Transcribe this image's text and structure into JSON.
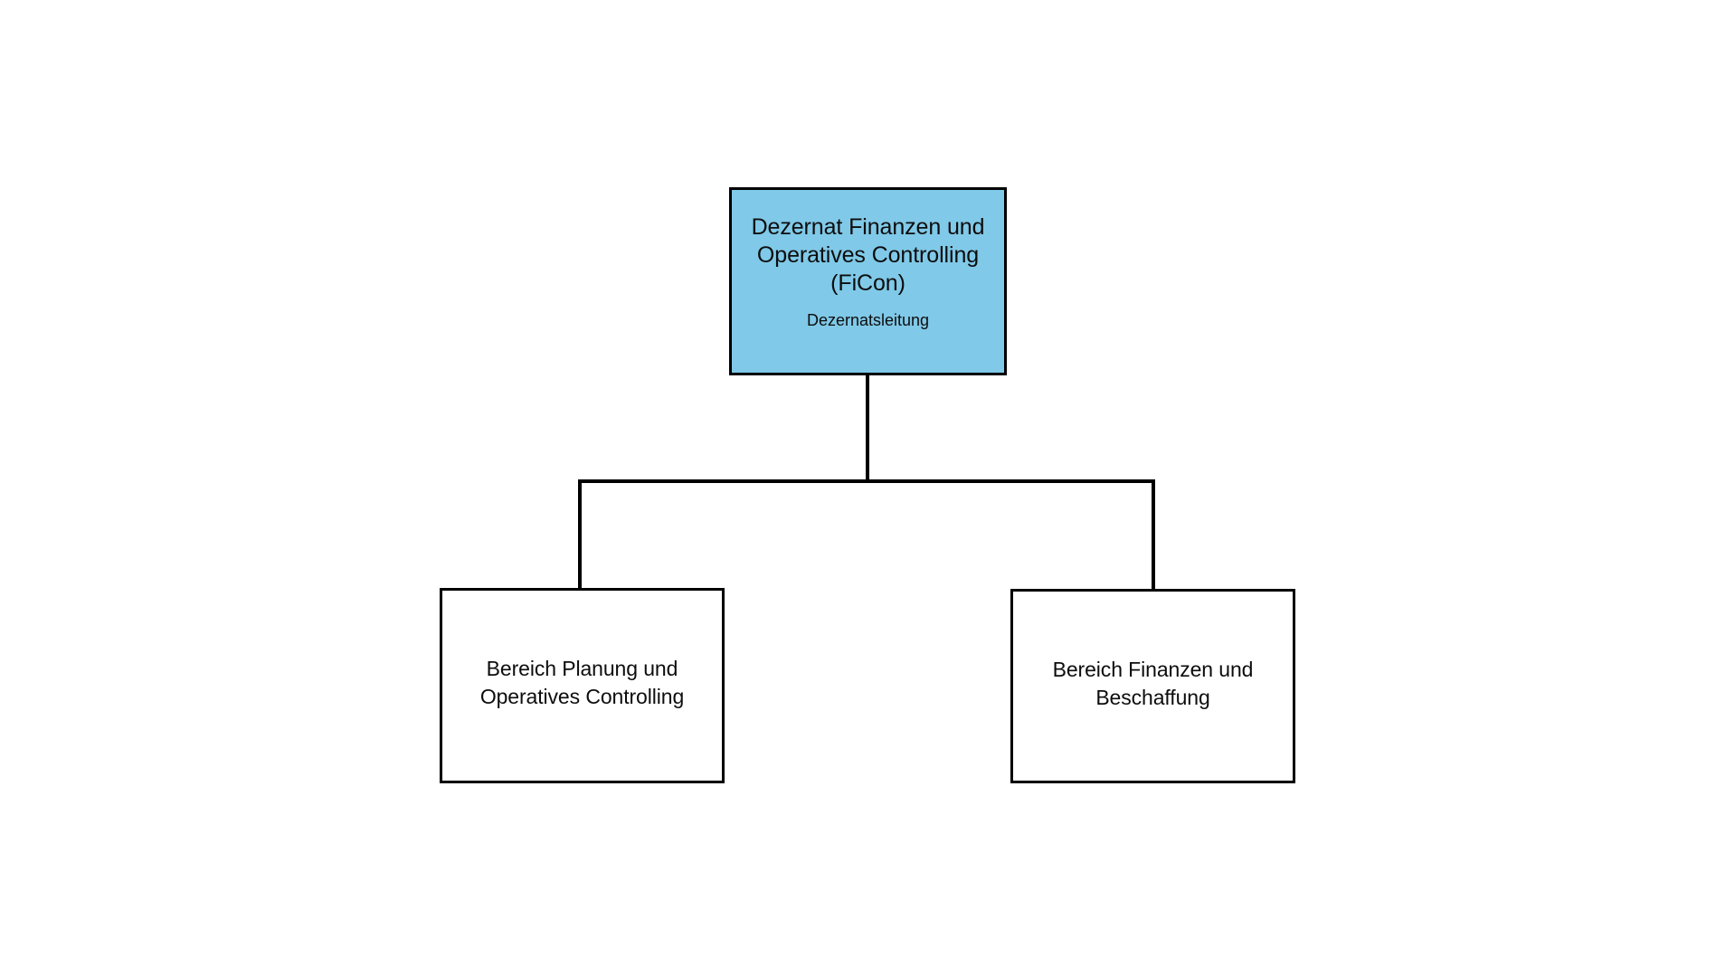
{
  "diagram": {
    "type": "org-chart",
    "background_color": "#ffffff",
    "line_color": "#000000",
    "orientation": "top-down",
    "levels": 2
  },
  "root": {
    "title": "Dezernat Finanzen und\nOperatives Controlling\n(FiCon)",
    "subtitle": "Dezernatsleitung",
    "fill_color": "#80c9e8",
    "border_color": "#000000",
    "text_color": "#0d0d0d"
  },
  "children": [
    {
      "title": "Bereich Planung und\nOperatives Controlling",
      "fill_color": "#ffffff",
      "border_color": "#000000",
      "text_color": "#0d0d0d"
    },
    {
      "title": "Bereich Finanzen und\nBeschaffung",
      "fill_color": "#ffffff",
      "border_color": "#000000",
      "text_color": "#0d0d0d"
    }
  ]
}
